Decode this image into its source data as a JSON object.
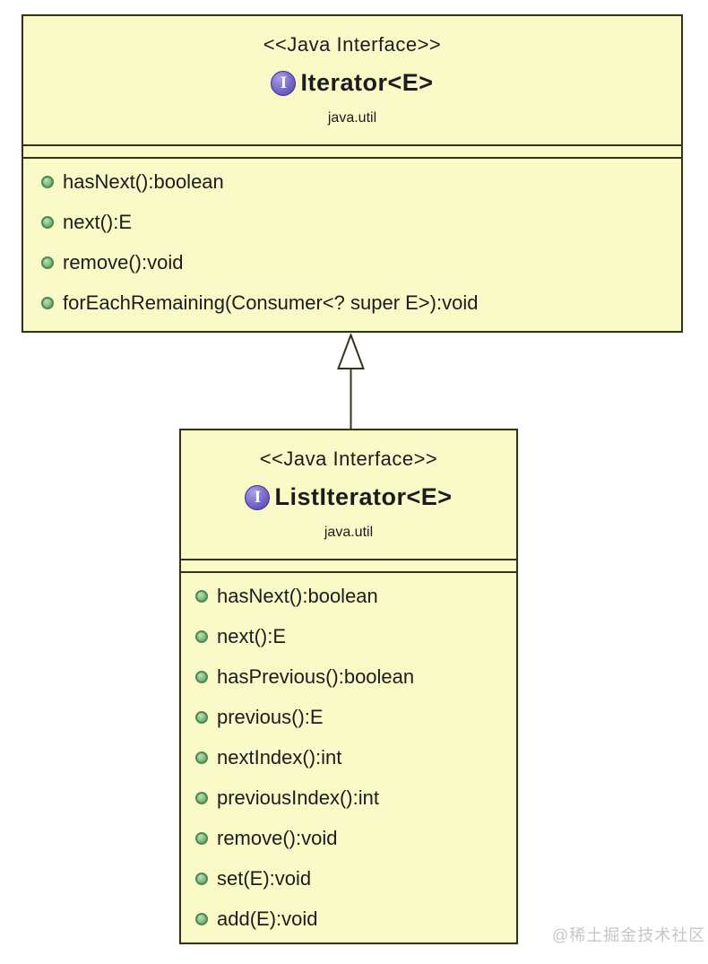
{
  "diagram": {
    "icon_letter": "I",
    "classes": [
      {
        "stereotype": "<<Java Interface>>",
        "name": "Iterator<E>",
        "package": "java.util",
        "methods": [
          "hasNext():boolean",
          "next():E",
          "remove():void",
          "forEachRemaining(Consumer<? super E>):void"
        ]
      },
      {
        "stereotype": "<<Java Interface>>",
        "name": "ListIterator<E>",
        "package": "java.util",
        "methods": [
          "hasNext():boolean",
          "next():E",
          "hasPrevious():boolean",
          "previous():E",
          "nextIndex():int",
          "previousIndex():int",
          "remove():void",
          "set(E):void",
          "add(E):void"
        ]
      }
    ],
    "relationship": {
      "type": "generalization"
    },
    "watermark": "@稀土掘金技术社区",
    "colors": {
      "box_fill": "#fafac8",
      "box_border": "#34341e",
      "text": "#1c1c1c",
      "method_bullet_fill": "#7eb97e",
      "method_bullet_border": "#4e8a4e",
      "interface_icon_fill": "#7468c6",
      "interface_icon_border": "#3d3292",
      "watermark": "#c6c6c6"
    }
  }
}
